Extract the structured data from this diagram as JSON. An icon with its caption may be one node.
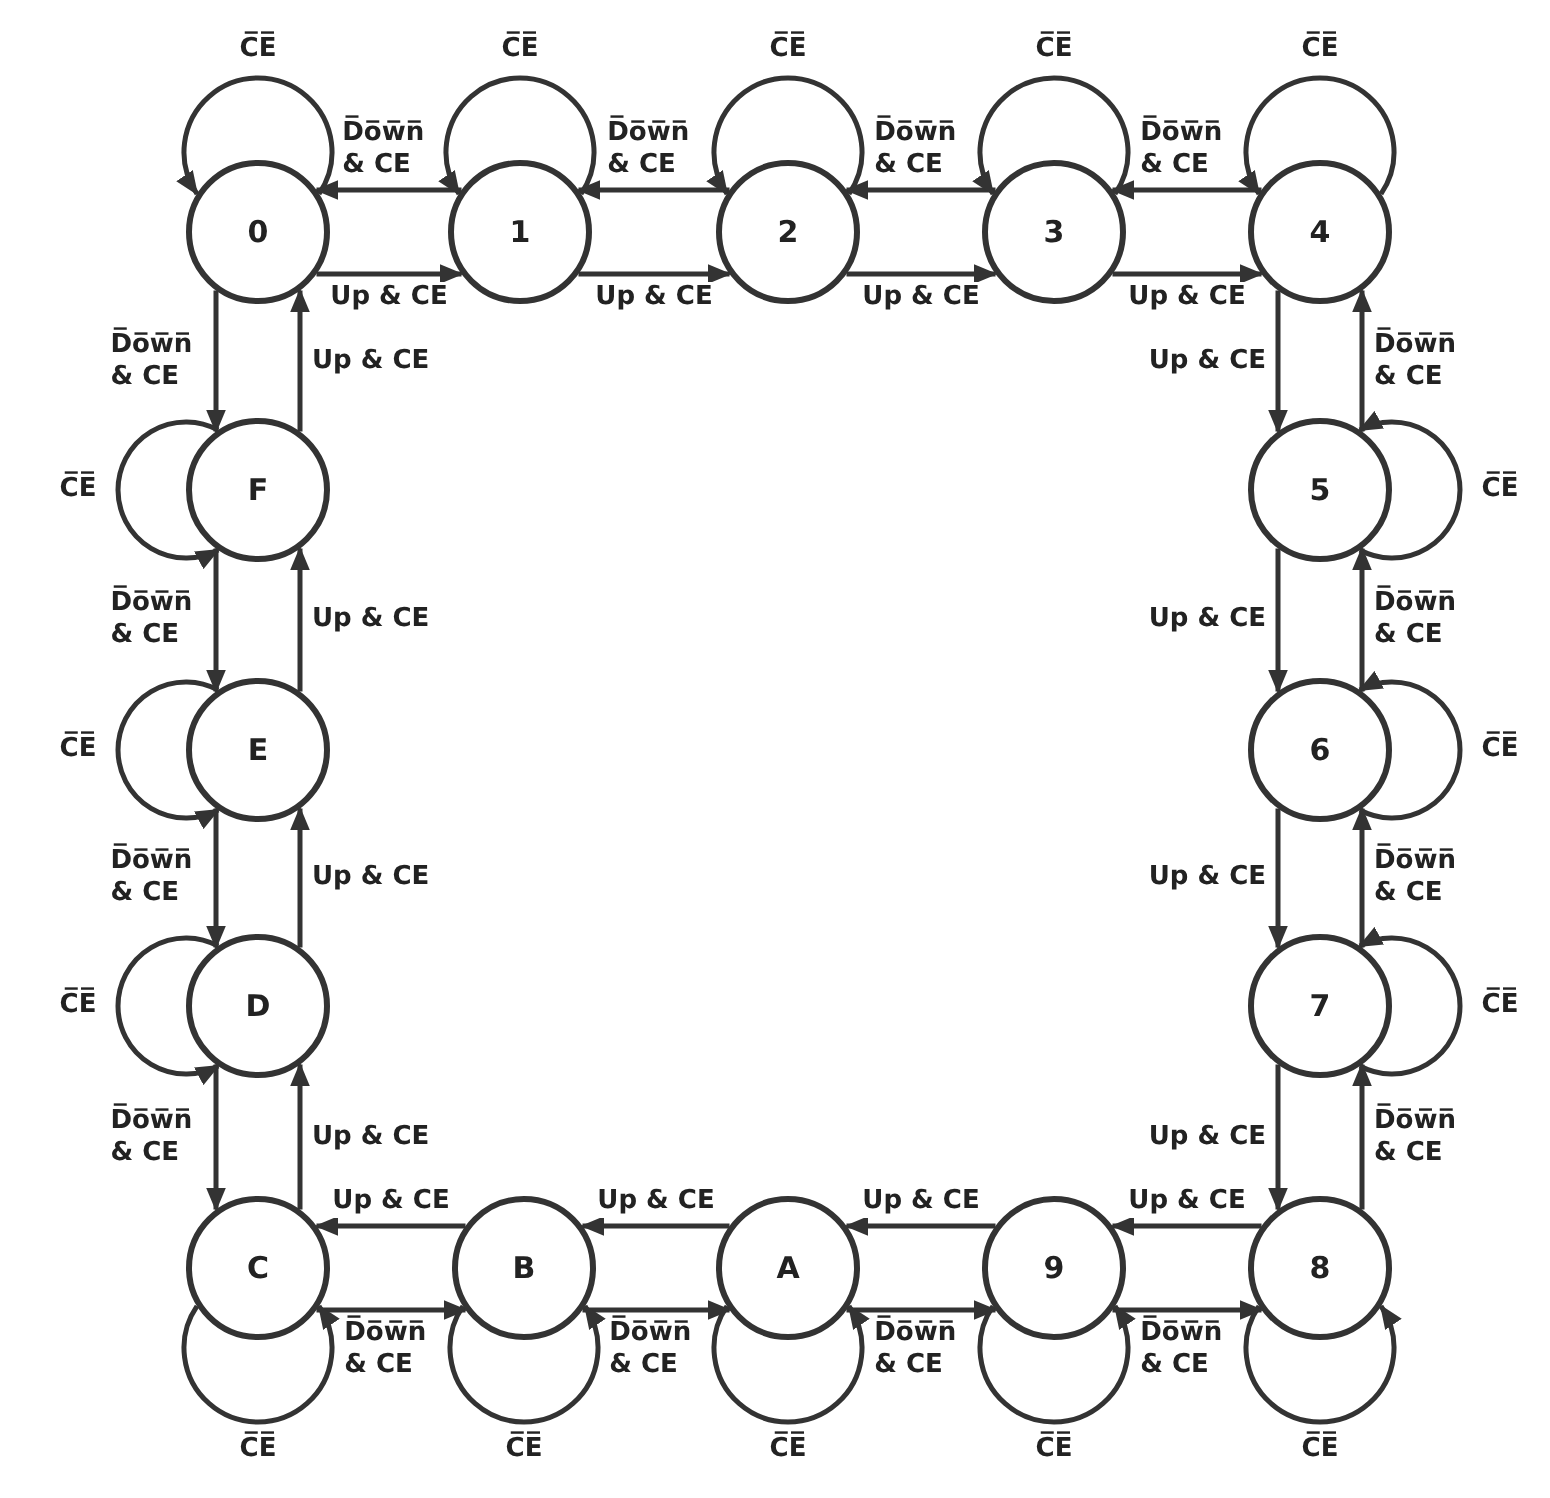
{
  "diagram": {
    "nodes": [
      {
        "text": [
          "0"
        ]
      },
      {
        "text": [
          "1"
        ]
      },
      {
        "text": [
          "2"
        ]
      },
      {
        "text": [
          "3"
        ]
      },
      {
        "text": [
          "4"
        ]
      },
      {
        "text": [
          "F"
        ]
      },
      {
        "text": [
          "5"
        ]
      },
      {
        "text": [
          "E"
        ]
      },
      {
        "text": [
          "6"
        ]
      },
      {
        "text": [
          "D"
        ]
      },
      {
        "text": [
          "7"
        ]
      },
      {
        "text": [
          "C"
        ]
      },
      {
        "text": [
          "B"
        ]
      },
      {
        "text": [
          "A"
        ]
      },
      {
        "text": [
          "9"
        ]
      },
      {
        "text": [
          "8"
        ]
      }
    ],
    "edges": [
      {
        "from": 0,
        "to": 1,
        "label": "Up & CE",
        "arrow": "to"
      },
      {
        "from": 1,
        "to": 0,
        "label": "D̅o̅w̅n̅ & CE",
        "arrow": "to"
      },
      {
        "from": 1,
        "to": 2,
        "label": "Up & CE",
        "arrow": "to"
      },
      {
        "from": 2,
        "to": 1,
        "label": "D̅o̅w̅n̅ & CE",
        "arrow": "to"
      },
      {
        "from": 2,
        "to": 3,
        "label": "Up & CE",
        "arrow": "to"
      },
      {
        "from": 3,
        "to": 2,
        "label": "D̅o̅w̅n̅ & CE",
        "arrow": "to"
      },
      {
        "from": 3,
        "to": 4,
        "label": "Up & CE",
        "arrow": "to"
      },
      {
        "from": 4,
        "to": 3,
        "label": "D̅o̅w̅n̅ & CE",
        "arrow": "to"
      },
      {
        "from": 4,
        "to": 6,
        "label": "Up & CE",
        "arrow": "to"
      },
      {
        "from": 6,
        "to": 4,
        "label": "D̅o̅w̅n̅ & CE",
        "arrow": "to"
      },
      {
        "from": 6,
        "to": 8,
        "label": "Up & CE",
        "arrow": "to"
      },
      {
        "from": 8,
        "to": 6,
        "label": "D̅o̅w̅n̅ & CE",
        "arrow": "to"
      },
      {
        "from": 8,
        "to": 10,
        "label": "Up & CE",
        "arrow": "to"
      },
      {
        "from": 10,
        "to": 8,
        "label": "D̅o̅w̅n̅ & CE",
        "arrow": "to"
      },
      {
        "from": 10,
        "to": 15,
        "label": "Up & CE",
        "arrow": "to"
      },
      {
        "from": 15,
        "to": 10,
        "label": "D̅o̅w̅n̅ & CE",
        "arrow": "to"
      },
      {
        "from": 15,
        "to": 14,
        "label": "Up & CE",
        "arrow": "to"
      },
      {
        "from": 14,
        "to": 15,
        "label": "D̅o̅w̅n̅ & CE",
        "arrow": "to"
      },
      {
        "from": 14,
        "to": 13,
        "label": "Up & CE",
        "arrow": "to"
      },
      {
        "from": 13,
        "to": 14,
        "label": "D̅o̅w̅n̅ & CE",
        "arrow": "to"
      },
      {
        "from": 13,
        "to": 12,
        "label": "Up & CE",
        "arrow": "to"
      },
      {
        "from": 12,
        "to": 13,
        "label": "D̅o̅w̅n̅ & CE",
        "arrow": "to"
      },
      {
        "from": 12,
        "to": 11,
        "label": "Up & CE",
        "arrow": "to"
      },
      {
        "from": 11,
        "to": 12,
        "label": "D̅o̅w̅n̅ & CE",
        "arrow": "to"
      },
      {
        "from": 11,
        "to": 9,
        "label": "Up & CE",
        "arrow": "to"
      },
      {
        "from": 9,
        "to": 11,
        "label": "D̅o̅w̅n̅ & CE",
        "arrow": "to"
      },
      {
        "from": 9,
        "to": 7,
        "label": "Up & CE",
        "arrow": "to"
      },
      {
        "from": 7,
        "to": 9,
        "label": "D̅o̅w̅n̅ & CE",
        "arrow": "to"
      },
      {
        "from": 7,
        "to": 5,
        "label": "Up & CE",
        "arrow": "to"
      },
      {
        "from": 5,
        "to": 7,
        "label": "D̅o̅w̅n̅ & CE",
        "arrow": "to"
      },
      {
        "from": 5,
        "to": 0,
        "label": "Up & CE",
        "arrow": "to"
      },
      {
        "from": 0,
        "to": 5,
        "label": "D̅o̅w̅n̅ & CE",
        "arrow": "to"
      },
      {
        "from": 0,
        "to": 0,
        "label": "C̅E̅",
        "arrow": "to"
      },
      {
        "from": 1,
        "to": 1,
        "label": "C̅E̅",
        "arrow": "to"
      },
      {
        "from": 2,
        "to": 2,
        "label": "C̅E̅",
        "arrow": "to"
      },
      {
        "from": 3,
        "to": 3,
        "label": "C̅E̅",
        "arrow": "to"
      },
      {
        "from": 4,
        "to": 4,
        "label": "C̅E̅",
        "arrow": "to"
      },
      {
        "from": 5,
        "to": 5,
        "label": "C̅E̅",
        "arrow": "to"
      },
      {
        "from": 6,
        "to": 6,
        "label": "C̅E̅",
        "arrow": "to"
      },
      {
        "from": 7,
        "to": 7,
        "label": "C̅E̅",
        "arrow": "to"
      },
      {
        "from": 8,
        "to": 8,
        "label": "C̅E̅",
        "arrow": "to"
      },
      {
        "from": 9,
        "to": 9,
        "label": "C̅E̅",
        "arrow": "to"
      },
      {
        "from": 10,
        "to": 10,
        "label": "C̅E̅",
        "arrow": "to"
      },
      {
        "from": 11,
        "to": 11,
        "label": "C̅E̅",
        "arrow": "to"
      },
      {
        "from": 12,
        "to": 12,
        "label": "C̅E̅",
        "arrow": "to"
      },
      {
        "from": 13,
        "to": 13,
        "label": "C̅E̅",
        "arrow": "to"
      },
      {
        "from": 14,
        "to": 14,
        "label": "C̅E̅",
        "arrow": "to"
      },
      {
        "from": 15,
        "to": 15,
        "label": "C̅E̅",
        "arrow": "to"
      }
    ]
  }
}
